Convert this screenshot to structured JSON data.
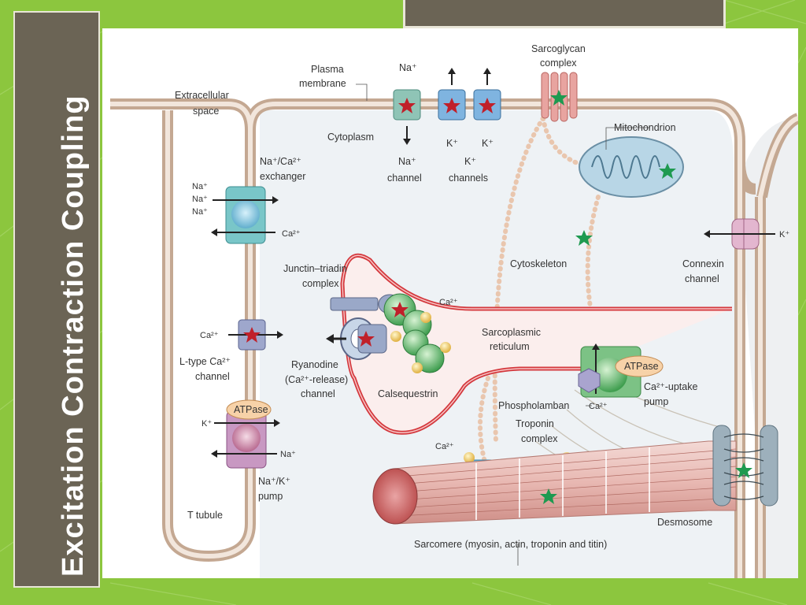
{
  "title": "Excitation Contraction Coupling",
  "colors": {
    "slide_bg": "#8cc63e",
    "panel": "#6b6455",
    "membrane": "#c4a892",
    "sr_membrane": "#d4383d",
    "star_red": "#c0202a",
    "star_green": "#1e9a50"
  },
  "labels": {
    "extracellular": [
      "Extracellular",
      "space"
    ],
    "plasma_membrane": [
      "Plasma",
      "membrane"
    ],
    "cytoplasm": "Cytoplasm",
    "na_channel": [
      "Na⁺",
      "channel"
    ],
    "k_channels": [
      "K⁺",
      "channels"
    ],
    "na_top": "Na⁺",
    "k_1": "K⁺",
    "k_2": "K⁺",
    "sarcoglycan": [
      "Sarcoglycan",
      "complex"
    ],
    "mitochondrion": "Mitochondrion",
    "exchanger": [
      "Na⁺/Ca²⁺",
      "exchanger"
    ],
    "exchanger_na": [
      "Na⁺",
      "Na⁺",
      "Na⁺"
    ],
    "exchanger_ca": "Ca²⁺",
    "junctin": [
      "Junctin–triadin",
      "complex"
    ],
    "cytoskeleton": "Cytoskeleton",
    "connexin": [
      "Connexin",
      "channel"
    ],
    "connexin_k": "K⁺",
    "ltype_ca": "Ca²⁺",
    "ltype": [
      "L-type Ca²⁺",
      "channel"
    ],
    "sr_ca": "Ca²⁺",
    "sr": [
      "Sarcoplasmic",
      "reticulum"
    ],
    "ryanodine": [
      "Ryanodine",
      "(Ca²⁺-release)",
      "channel"
    ],
    "calsequestrin": "Calsequestrin",
    "atpase_1": "ATPase",
    "atpase_2": "ATPase",
    "uptake": [
      "Ca²⁺-uptake",
      "pump"
    ],
    "phospholamban": "Phospholamban",
    "phospholamban_ca": "Ca²⁺",
    "troponin": [
      "Troponin",
      "complex"
    ],
    "troponin_ca": "Ca²⁺",
    "nak_k": "K⁺",
    "nak_na": "Na⁺",
    "nak_pump": [
      "Na⁺/K⁺",
      "pump"
    ],
    "ttubule": "T tubule",
    "desmosome": "Desmosome",
    "sarcomere": "Sarcomere (myosin, actin, troponin and titin)"
  }
}
